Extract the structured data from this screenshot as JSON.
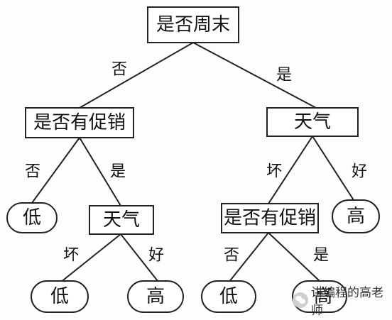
{
  "tree": {
    "root": {
      "label": "是否周末"
    },
    "n_promo_left": {
      "label": "是否有促销"
    },
    "n_weather_right": {
      "label": "天气"
    },
    "n_weather_mid": {
      "label": "天气"
    },
    "n_promo_right": {
      "label": "是否有促销"
    },
    "leaf_low_1": {
      "label": "低"
    },
    "leaf_low_2": {
      "label": "低"
    },
    "leaf_high_1": {
      "label": "高"
    },
    "leaf_high_2": {
      "label": "高"
    },
    "leaf_low_3": {
      "label": "低"
    },
    "leaf_high_3": {
      "label": "高"
    }
  },
  "edges": {
    "root_no": "否",
    "root_yes": "是",
    "promoL_no": "否",
    "promoL_yes": "是",
    "weatherR_bad": "坏",
    "weatherR_good": "好",
    "weatherM_bad": "坏",
    "weatherM_good": "好",
    "promoR_no": "否",
    "promoR_yes": "是"
  },
  "watermark": {
    "text": "讲编程的高老师"
  },
  "colors": {
    "stroke": "#222222",
    "text": "#111111",
    "background": "#fdfdfb"
  }
}
